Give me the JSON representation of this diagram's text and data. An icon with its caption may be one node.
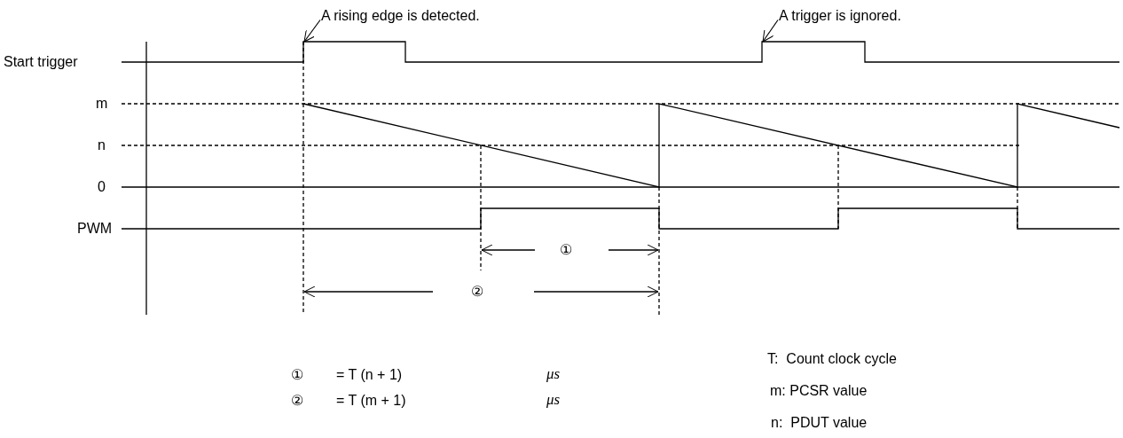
{
  "diagram": {
    "nodes": [
      {
        "text": [
          "A rising edge is detected."
        ]
      },
      {
        "text": [
          "A trigger is ignored."
        ]
      },
      {
        "text": [],
        "shape": "waveform"
      }
    ],
    "edges": [
      {
        "from": 0,
        "to": 2,
        "arrow": "to"
      },
      {
        "from": 1,
        "to": 2,
        "arrow": "to"
      }
    ],
    "labels": [
      "Start trigger",
      "m",
      "n",
      "0",
      "PWM",
      "①",
      "②",
      "①",
      "= T (n + 1)",
      "μs",
      "T:  Count clock cycle",
      "②",
      "= T (m + 1)",
      "μs",
      "m: PCSR value",
      "n:  PDUT value"
    ]
  }
}
